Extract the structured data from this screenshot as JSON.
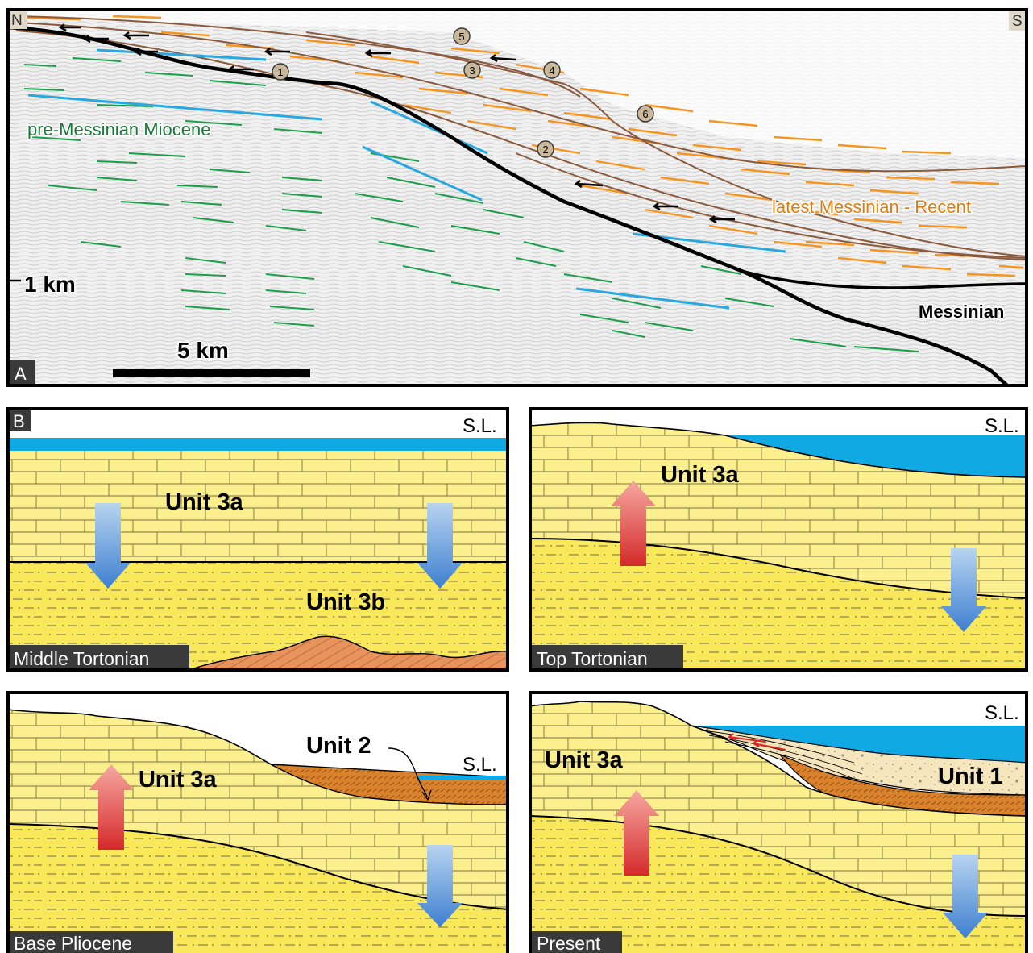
{
  "panel_a": {
    "corner_label": "A",
    "north": "N",
    "south": "S",
    "depth_scale": "1 km",
    "distance_scale": "5 km",
    "unit_pre_messinian": "pre-Messinian Miocene",
    "unit_latest": "latest Messinian - Recent",
    "unit_messinian": "Messinian",
    "horizon_numbers": [
      "1",
      "2",
      "3",
      "4",
      "5",
      "6"
    ],
    "colors": {
      "pre_messinian": "#1a9e4a",
      "recent": "#f7941d",
      "horizon": "#8b5a3c",
      "fault": "#29a8e0",
      "messinian_surface": "#000000"
    }
  },
  "panel_b": {
    "corner_label": "B",
    "sea_level": "S.L.",
    "frames": [
      {
        "stage": "Middle Tortonian",
        "units": [
          "Unit 3a",
          "Unit 3b"
        ]
      },
      {
        "stage": "Top Tortonian",
        "units": [
          "Unit 3a"
        ]
      },
      {
        "stage": "Base Pliocene",
        "units": [
          "Unit 3a",
          "Unit 2"
        ]
      },
      {
        "stage": "Present",
        "units": [
          "Unit 3a",
          "Unit 1"
        ]
      }
    ],
    "colors": {
      "limestone": "#fcef8e",
      "sand": "#f8e85a",
      "sea": "#10a9e3",
      "unit2": "#d9822b",
      "unit1": "#f5e6bd",
      "basement": "#e8935c",
      "arrow_up": "#e55050",
      "arrow_down": "#4f8fd6"
    }
  }
}
